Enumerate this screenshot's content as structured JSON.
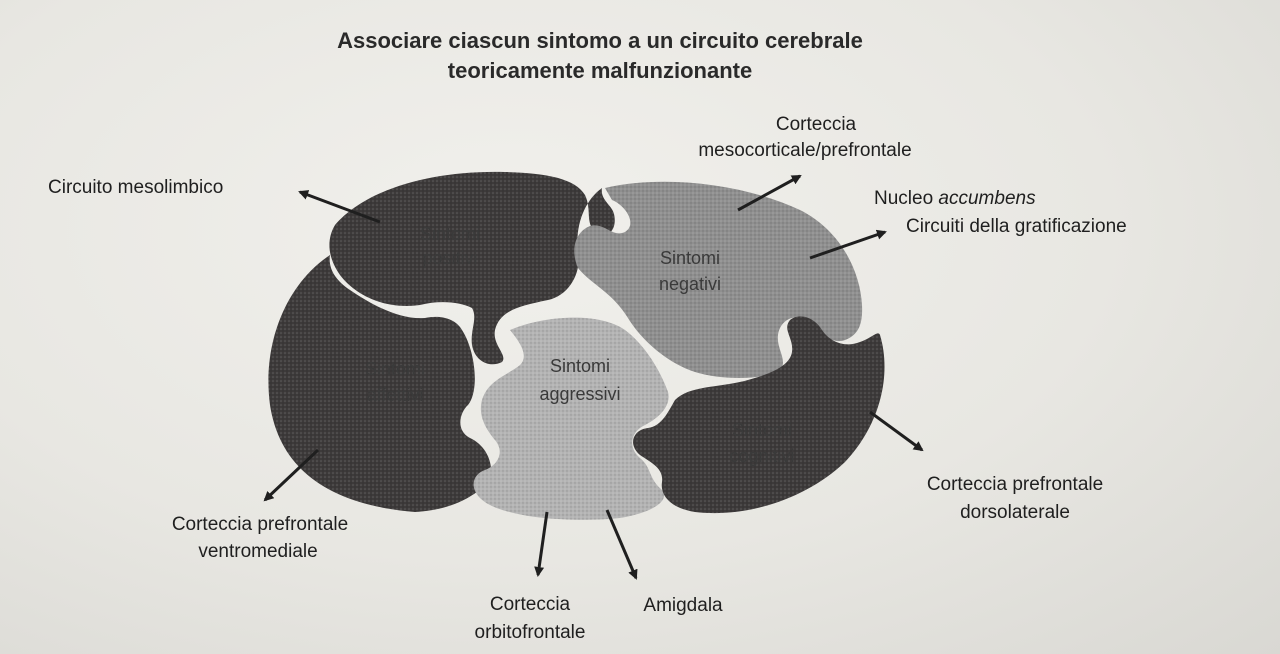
{
  "title": {
    "line1": "Associare ciascun sintomo a un circuito cerebrale",
    "line2": "teoricamente malfunzionante"
  },
  "pieces": {
    "positivi": {
      "line1": "Sintomi",
      "line2": "positivi"
    },
    "negativi": {
      "line1": "Sintomi",
      "line2": "negativi"
    },
    "affettivi": {
      "line1": "Sintomi",
      "line2": "affettivi"
    },
    "aggressivi": {
      "line1": "Sintomi",
      "line2": "aggressivi"
    },
    "cognitivi": {
      "line1": "Sintomi",
      "line2": "cognitivi"
    }
  },
  "circuits": {
    "mesolimbico": "Circuito mesolimbico",
    "mesocorticale_l1": "Corteccia",
    "mesocorticale_l2": "mesocorticale/prefrontale",
    "accumbens_l1_prefix": "Nucleo ",
    "accumbens_l1_italic": "accumbens",
    "accumbens_l2": "Circuiti della gratificazione",
    "ventromediale_l1": "Corteccia prefrontale",
    "ventromediale_l2": "ventromediale",
    "dorsolaterale_l1": "Corteccia prefrontale",
    "dorsolaterale_l2": "dorsolaterale",
    "orbitofrontale_l1": "Corteccia",
    "orbitofrontale_l2": "orbitofrontale",
    "amigdala": "Amigdala"
  },
  "colors": {
    "dark_piece": "#3d3a3a",
    "medium_piece": "#8f8f8f",
    "light_piece": "#b3b3b3",
    "arrow": "#1f1f1f"
  }
}
